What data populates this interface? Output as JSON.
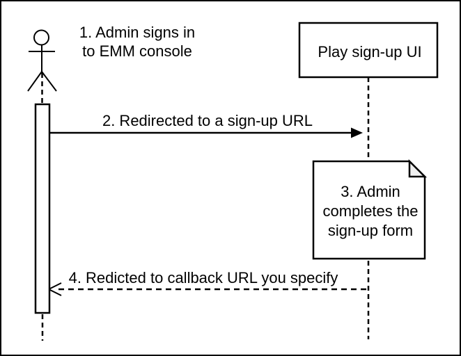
{
  "diagram": {
    "actor": {
      "label": "1. Admin signs in\nto EMM console"
    },
    "participant": {
      "label": "Play sign-up UI"
    },
    "note": {
      "label": "3. Admin\ncompletes the\nsign-up form"
    },
    "messages": [
      {
        "label": "2. Redirected to a sign-up URL",
        "style": "solid",
        "direction": "right"
      },
      {
        "label": "4. Redicted to callback URL you specify",
        "style": "dashed",
        "direction": "left"
      }
    ],
    "colors": {
      "stroke": "#000000",
      "fill": "#ffffff",
      "note_fold": "#f0f0f0"
    }
  }
}
